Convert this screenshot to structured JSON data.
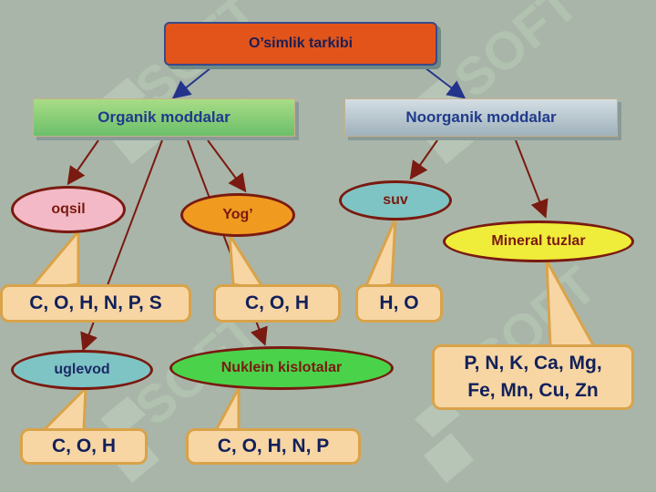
{
  "title": "O’simlik tarkibi",
  "categories": {
    "organic": "Organik moddalar",
    "inorganic": "Noorganik moddalar"
  },
  "nodes": {
    "oqsil": "oqsil",
    "yog": "Yog’",
    "suv": "suv",
    "mineral": "Mineral tuzlar",
    "uglevod": "uglevod",
    "nuklein": "Nuklein kislotalar"
  },
  "callouts": {
    "oqsil": "C, O, H, N, P, S",
    "yog": "C, O, H",
    "suv": "H, O",
    "mineral_line1": "P, N, K, Ca, Mg,",
    "mineral_line2": "Fe, Mn, Cu, Zn",
    "uglevod": "C, O, H",
    "nuklein": "C, O, H, N, P"
  },
  "colors": {
    "background": "#a9b5a8",
    "title_fill": "#e2541a",
    "arrow": "#7a1a10",
    "callout_fill": "#f7d6a4",
    "callout_border": "#d9a34a"
  },
  "watermark": "SOFT"
}
